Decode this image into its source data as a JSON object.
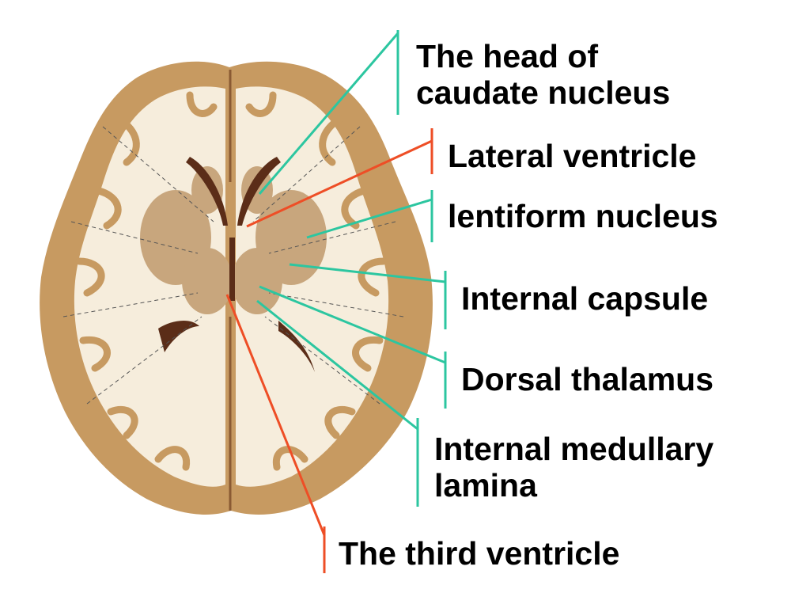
{
  "colors": {
    "teal_leader": "#2cc6a0",
    "red_leader": "#ee4e26",
    "cortex": "#c79a61",
    "white_matter": "#f6eddc",
    "basal_grey": "#c8a67d",
    "ventricle": "#5b2d18"
  },
  "labels": [
    {
      "lines": [
        "The head of",
        "caudate nucleus"
      ],
      "leader": "teal"
    },
    {
      "lines": [
        "Lateral ventricle"
      ],
      "leader": "red"
    },
    {
      "lines": [
        "lentiform nucleus"
      ],
      "leader": "teal"
    },
    {
      "lines": [
        "Internal capsule"
      ],
      "leader": "teal"
    },
    {
      "lines": [
        "Dorsal thalamus"
      ],
      "leader": "teal"
    },
    {
      "lines": [
        "Internal medullary",
        "lamina"
      ],
      "leader": "teal"
    },
    {
      "lines": [
        "The third ventricle"
      ],
      "leader": "red"
    }
  ]
}
